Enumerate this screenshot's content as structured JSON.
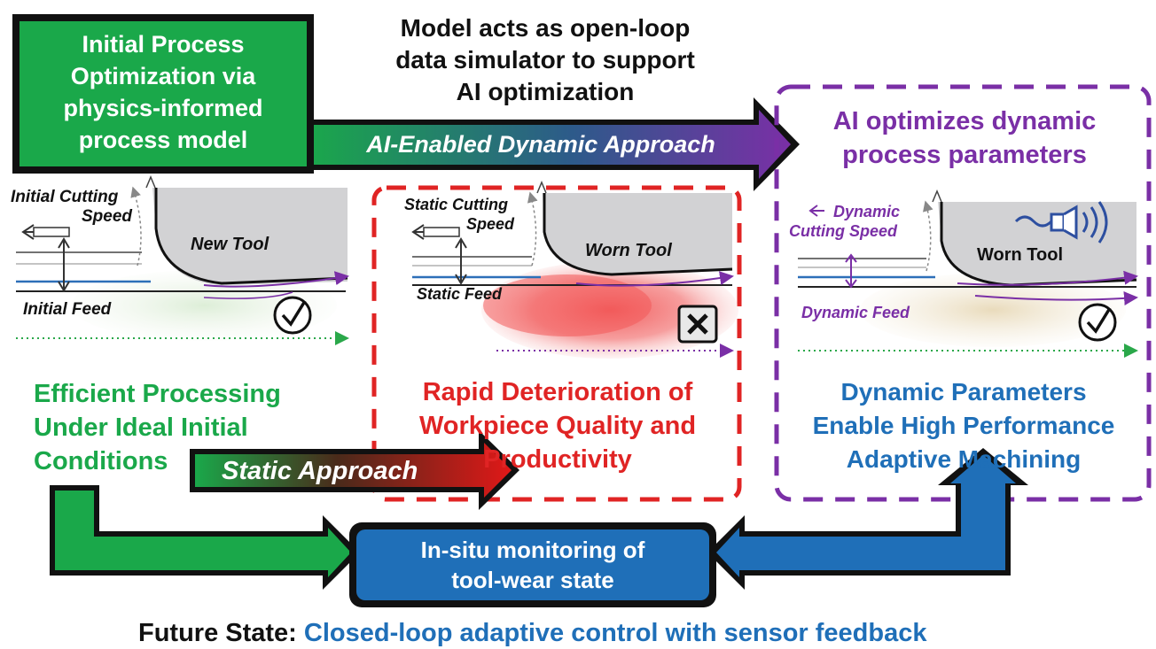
{
  "colors": {
    "green": "#1aa84a",
    "red": "#e02424",
    "purple": "#7a2fa6",
    "blue": "#1f6fb8",
    "dark": "#1a1a1a",
    "tool_gray": "#d2d2d4"
  },
  "top_left_box": {
    "lines": [
      "Initial Process",
      "Optimization via",
      "physics-informed",
      "process model"
    ]
  },
  "top_caption": {
    "lines": [
      "Model acts as open-loop",
      "data simulator to support",
      "AI optimization"
    ]
  },
  "ai_arrow": {
    "label": "AI-Enabled Dynamic Approach"
  },
  "ai_box_title": {
    "lines": [
      "AI optimizes dynamic",
      "process parameters"
    ]
  },
  "panel_new": {
    "speed_label": [
      "Initial Cutting",
      "Speed"
    ],
    "tool_label": "New Tool",
    "feed_label": "Initial Feed",
    "status_icon": "check-circle-icon"
  },
  "panel_static": {
    "speed_label": [
      "Static Cutting",
      "Speed"
    ],
    "tool_label": "Worn Tool",
    "feed_label": "Static Feed",
    "status_icon": "x-box-icon"
  },
  "panel_dynamic": {
    "speed_label": [
      "Dynamic",
      "Cutting Speed"
    ],
    "tool_label": "Worn Tool",
    "feed_label": "Dynamic Feed",
    "status_icon": "check-circle-icon",
    "sensor_icon": "acoustic-sensor-icon"
  },
  "green_caption": {
    "lines": [
      "Efficient Processing",
      "Under Ideal Initial",
      "Conditions"
    ]
  },
  "red_caption": {
    "lines": [
      "Rapid Deterioration of",
      "Workpiece Quality and",
      "Productivity"
    ]
  },
  "blue_caption": {
    "lines": [
      "Dynamic Parameters",
      "Enable High Performance",
      "Adaptive Machining"
    ]
  },
  "static_arrow": {
    "label": "Static Approach"
  },
  "monitor_box": {
    "lines": [
      "In-situ monitoring of",
      "tool-wear state"
    ]
  },
  "footer": {
    "prefix": "Future State:",
    "text": "Closed-loop adaptive control with sensor feedback"
  }
}
